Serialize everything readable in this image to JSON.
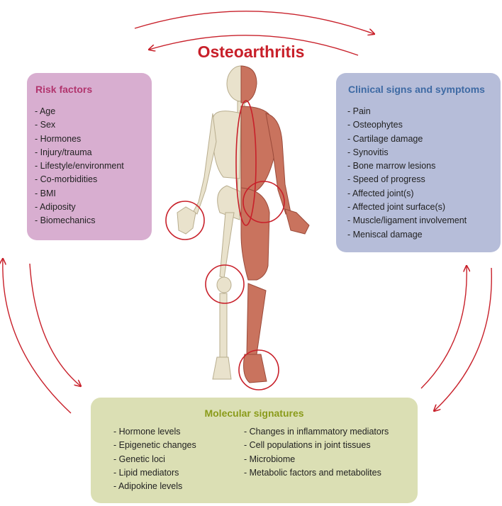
{
  "title": "Osteoarthritis",
  "risk_factors": {
    "heading": "Risk factors",
    "items": [
      "- Age",
      "- Sex",
      "- Hormones",
      "- Injury/trauma",
      "- Lifestyle/environment",
      "- Co-morbidities",
      "- BMI",
      "- Adiposity",
      "- Biomechanics"
    ]
  },
  "clinical": {
    "heading": "Clinical signs and symptoms",
    "items": [
      "- Pain",
      "- Osteophytes",
      "- Cartilage damage",
      "- Synovitis",
      "- Bone marrow lesions",
      "- Speed of progress",
      "- Affected joint(s)",
      "- Affected joint surface(s)",
      "- Muscle/ligament involvement",
      "- Meniscal damage"
    ]
  },
  "molecular": {
    "heading": "Molecular signatures",
    "left_items": [
      "- Hormone levels",
      "- Epigenetic changes",
      "- Genetic loci",
      "- Lipid mediators",
      "- Adipokine levels"
    ],
    "right_items": [
      "- Changes in inflammatory mediators",
      "- Cell populations in joint tissues",
      "- Microbiome",
      "- Metabolic factors and metabolites"
    ]
  },
  "colors": {
    "arrow": "#c8202a",
    "title": "#c8202a",
    "risk_box": "#d8aed0",
    "risk_heading": "#b2356e",
    "clinical_box": "#b6bdd9",
    "clinical_heading": "#3e6aa4",
    "molecular_box": "#dbdfb4",
    "molecular_heading": "#8a9b1a",
    "bone": "#e9e2cc",
    "muscle": "#c9735e"
  },
  "figure_icon": "skeleton-muscle-anatomy-figure"
}
